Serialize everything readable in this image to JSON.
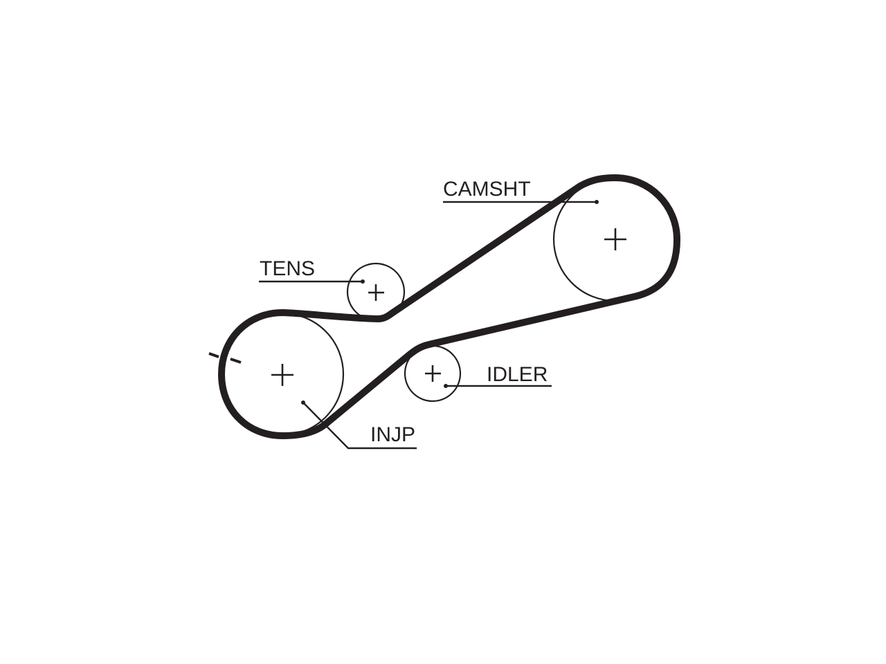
{
  "colors": {
    "ink": "#231f20",
    "background": "#ffffff"
  },
  "labels": {
    "camshaft": "CAMSHT",
    "tensioner": "TENS",
    "idler": "IDLER",
    "injection_pump": "INJP"
  }
}
